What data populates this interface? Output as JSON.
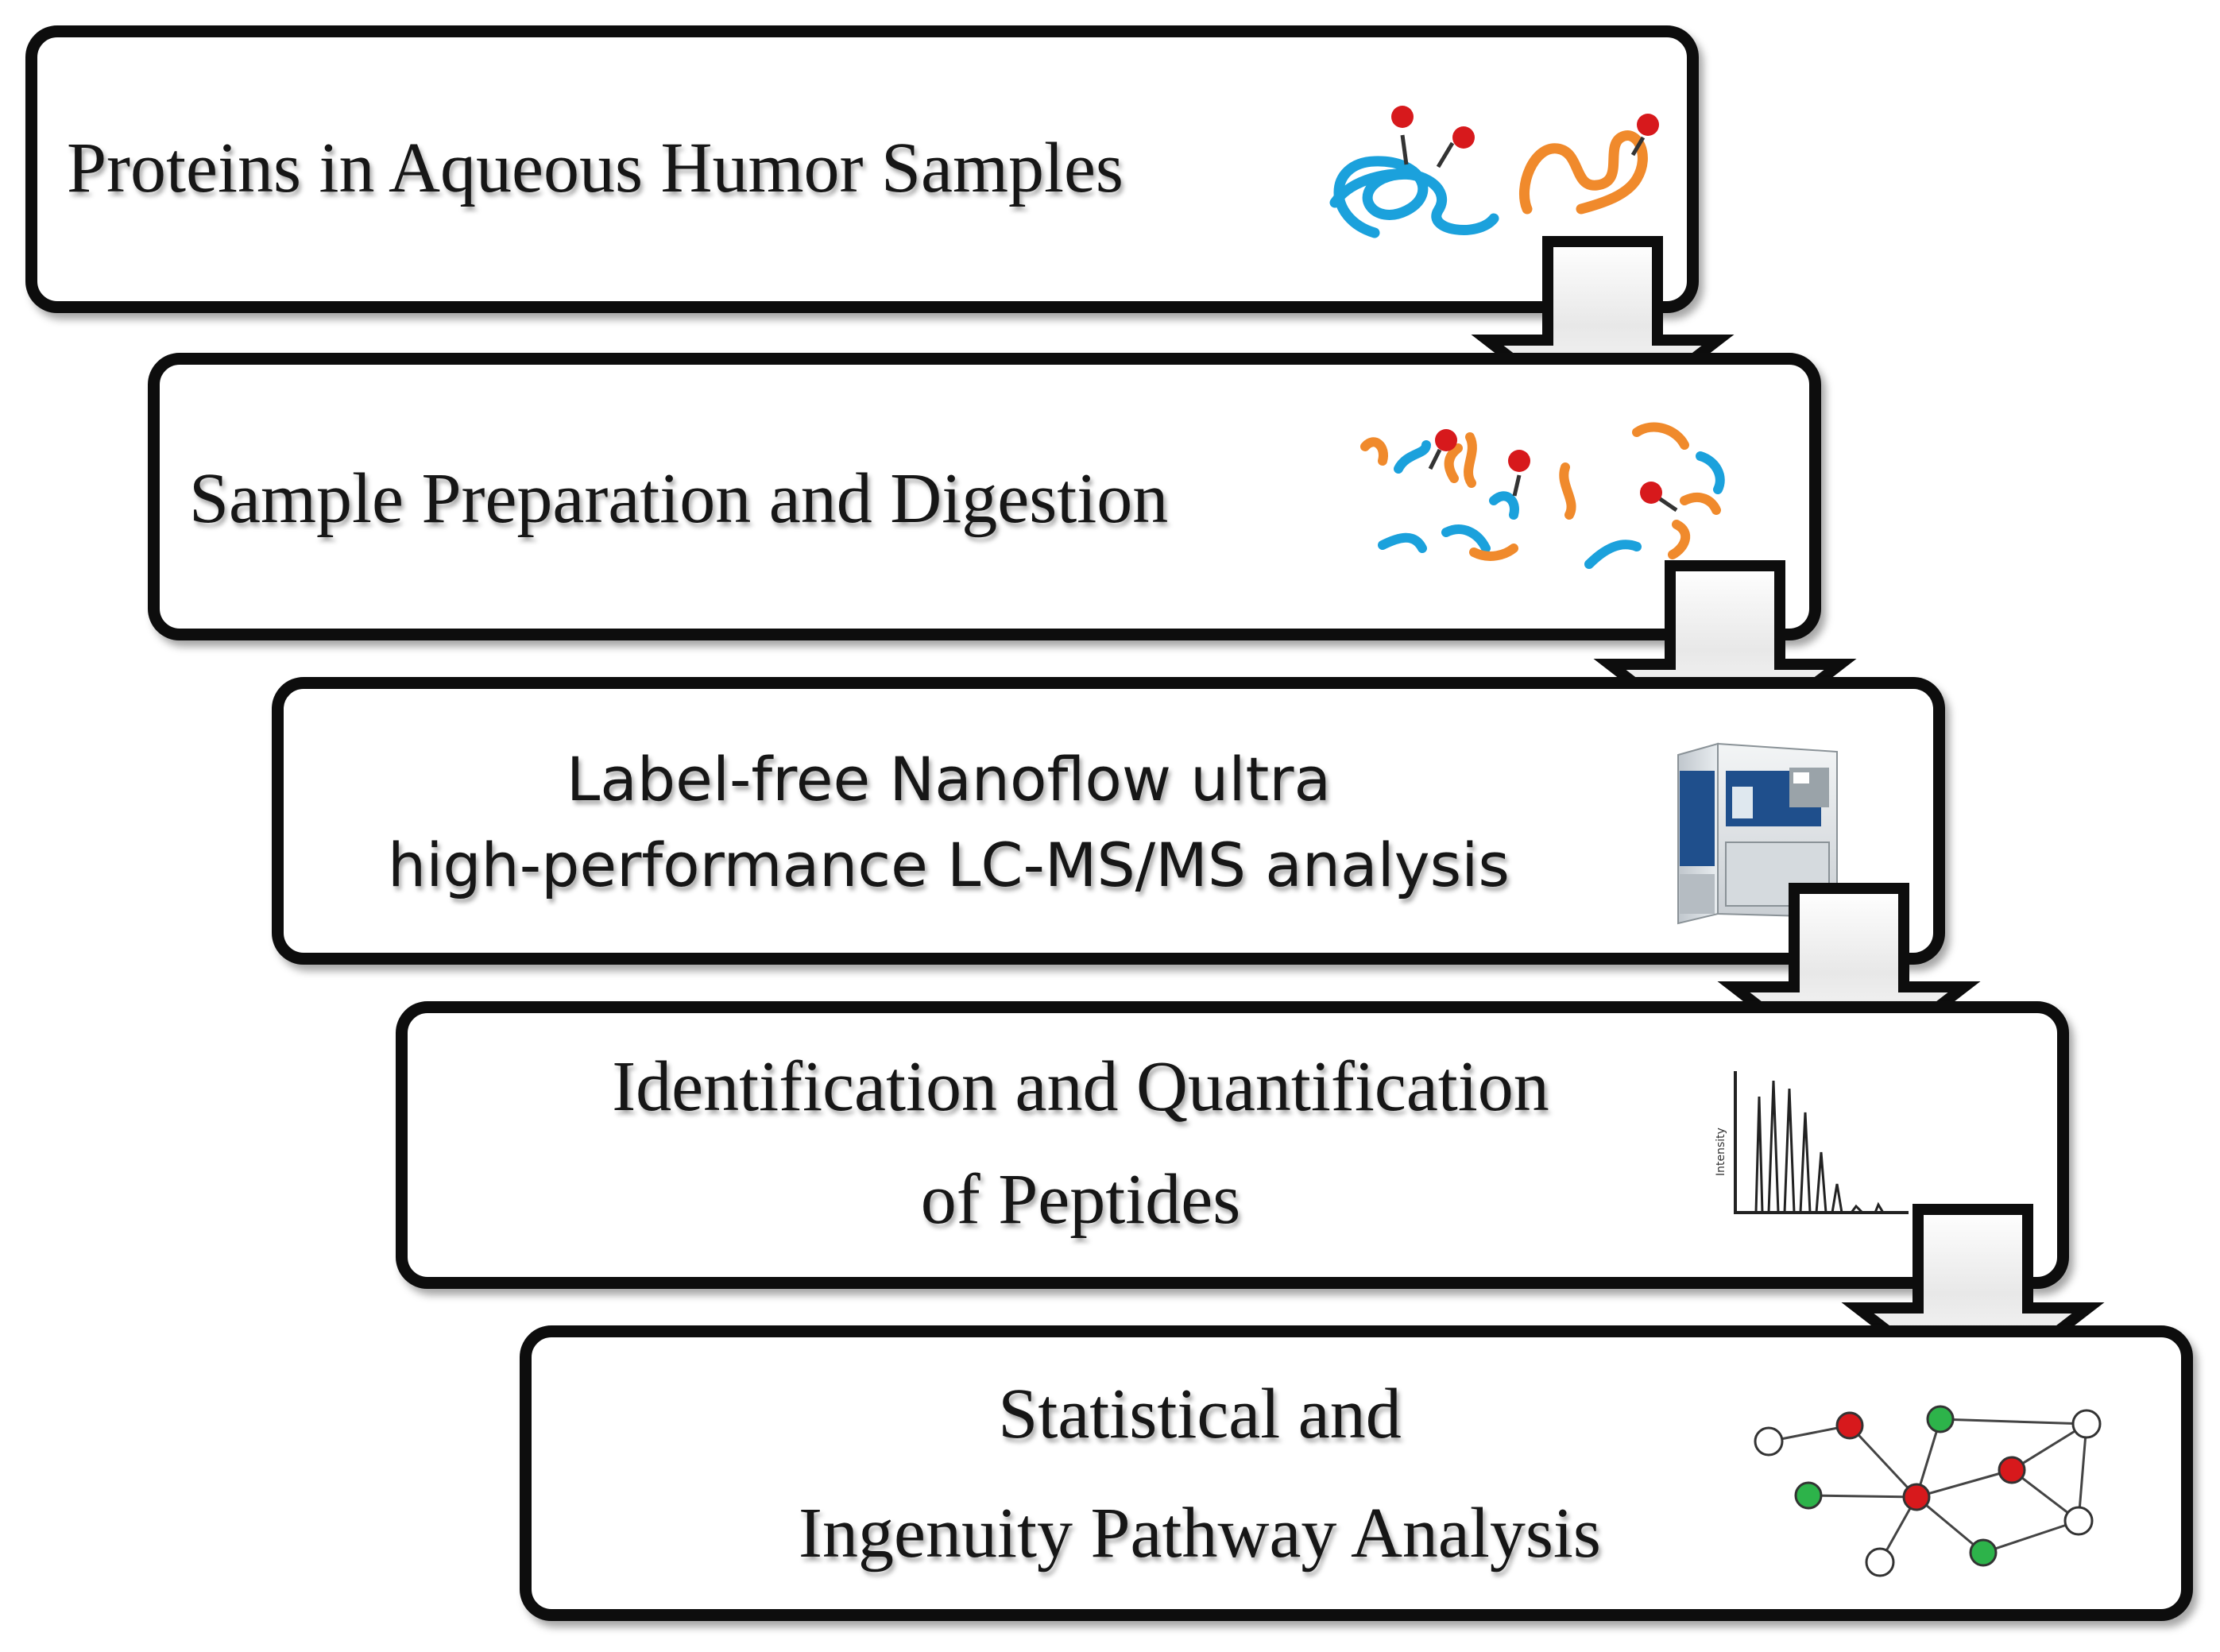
{
  "steps": [
    {
      "id": 1,
      "lines": [
        "Proteins in Aqueous  Humor  Samples"
      ],
      "icon": "protein-folding-icon"
    },
    {
      "id": 2,
      "lines": [
        "Sample  Preparation and  Digestion"
      ],
      "icon": "peptide-fragments-icon"
    },
    {
      "id": 3,
      "lines": [
        "Label-free Nanoflow ultra",
        "high-performance LC-MS/MS analysis"
      ],
      "icon": "mass-spectrometer-icon"
    },
    {
      "id": 4,
      "lines": [
        "Identification  and  Quantification",
        "of Peptides"
      ],
      "icon": "mass-spectrum-icon",
      "icon_axis_label": "Intensity"
    },
    {
      "id": 5,
      "lines": [
        "Statistical  and",
        "Ingenuity  Pathway  Analysis"
      ],
      "icon": "pathway-network-icon"
    }
  ],
  "colors": {
    "border": "#0d0d0d",
    "protein_blue": "#1ba1dc",
    "protein_orange": "#f08a2c",
    "node_red": "#d7191c",
    "node_green": "#2db34a",
    "node_white": "#ffffff",
    "instrument_blue": "#1f4f8c"
  }
}
